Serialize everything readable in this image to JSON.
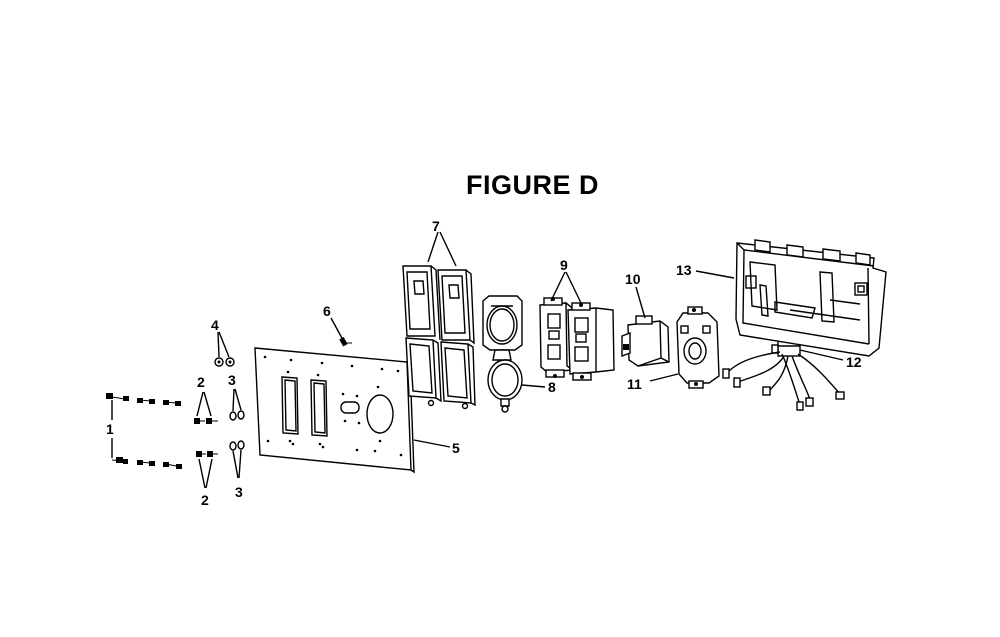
{
  "title": "FIGURE D",
  "callouts": {
    "c1": "1",
    "c2a": "2",
    "c2b": "2",
    "c3a": "3",
    "c3b": "3",
    "c4": "4",
    "c5": "5",
    "c6": "6",
    "c7": "7",
    "c8": "8",
    "c9": "9",
    "c10": "10",
    "c11": "11",
    "c12": "12",
    "c13": "13"
  }
}
